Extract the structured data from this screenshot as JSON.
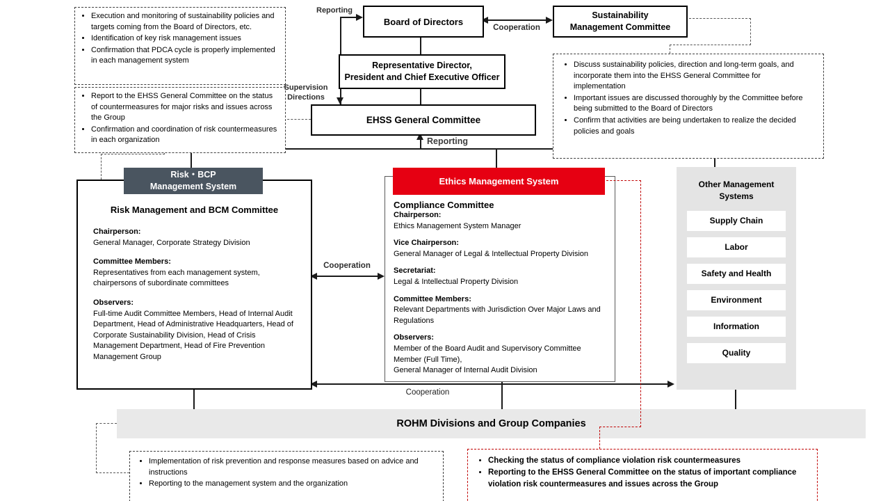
{
  "boxes": {
    "board": "Board of Directors",
    "sustainability": "Sustainability\nManagement Committee",
    "rep_director": "Representative Director,\nPresident and Chief Executive Officer",
    "ehss": "EHSS General Committee"
  },
  "labels": {
    "reporting_top": "Reporting",
    "cooperation_top": "Cooperation",
    "supervision": "Supervision\nDirections",
    "reporting_mid": "Reporting",
    "cooperation_mid": "Cooperation",
    "cooperation_bottom": "Cooperation"
  },
  "notes": {
    "board_role": {
      "items": [
        "Execution and monitoring of sustainability policies and targets coming from the Board of Directors, etc.",
        "Identification of key risk management issues",
        "Confirmation that PDCA cycle is properly implemented in each management system"
      ]
    },
    "ehss_role": {
      "items": [
        "Report to the EHSS General Committee on the status of countermeasures for major risks and issues across the Group",
        "Confirmation and coordination of risk countermeasures in each organization"
      ]
    },
    "sustainability_role": {
      "items": [
        "Discuss sustainability policies, direction and long-term goals, and incorporate them into the EHSS General Committee for implementation",
        "Important issues are discussed thoroughly by the Committee before being submitted to the Board of Directors",
        "Confirm that activities are being undertaken to realize the decided policies and goals"
      ]
    },
    "divisions_role": {
      "items": [
        "Implementation of risk prevention and response measures based on advice and instructions",
        "Reporting to the management system and the organization"
      ]
    },
    "compliance_role": {
      "items": [
        "Checking the status of compliance violation  risk countermeasures",
        "Reporting  to the EHSS General Committee on the status of important compliance violation  risk countermeasures and issues across the Group"
      ]
    }
  },
  "risk_system": {
    "header": "Risk・BCP\nManagement System",
    "committee": "Risk Management and BCM Committee",
    "sections": [
      {
        "label": "Chairperson:",
        "body": "General Manager, Corporate Strategy Division"
      },
      {
        "label": "Committee Members:",
        "body": "Representatives from each management system, chairpersons of subordinate committees"
      },
      {
        "label": "Observers:",
        "body": "Full-time Audit Committee Members, Head of Internal Audit Department, Head of Administrative Headquarters, Head of Corporate Sustainability Division, Head of Crisis Management Department, Head of Fire Prevention Management Group"
      }
    ]
  },
  "ethics_system": {
    "header": "Ethics Management System",
    "committee": "Compliance Committee",
    "sections": [
      {
        "label": "Chairperson:",
        "body": "Ethics Management System Manager"
      },
      {
        "label": "Vice Chairperson:",
        "body": "General Manager of Legal & Intellectual Property Division"
      },
      {
        "label": "Secretariat:",
        "body": "Legal & Intellectual Property Division"
      },
      {
        "label": "Committee Members:",
        "body": "Relevant Departments with Jurisdiction Over Major Laws and Regulations"
      },
      {
        "label": "Observers:",
        "body": "Member of the Board Audit and Supervisory Committee Member (Full Time),\nGeneral Manager of Internal Audit Division"
      }
    ]
  },
  "other_systems": {
    "header": "Other Management\nSystems",
    "items": [
      "Supply Chain",
      "Labor",
      "Safety and Health",
      "Environment",
      "Information",
      "Quality"
    ]
  },
  "bottom_bar": "ROHM Divisions and Group Companies",
  "colors": {
    "risk_header_bg": "#4a5560",
    "ethics_header_bg": "#e60012",
    "panel_bg": "#e4e4e4",
    "bar_bg": "#e9e9e9",
    "red_dashed": "#c00000"
  }
}
